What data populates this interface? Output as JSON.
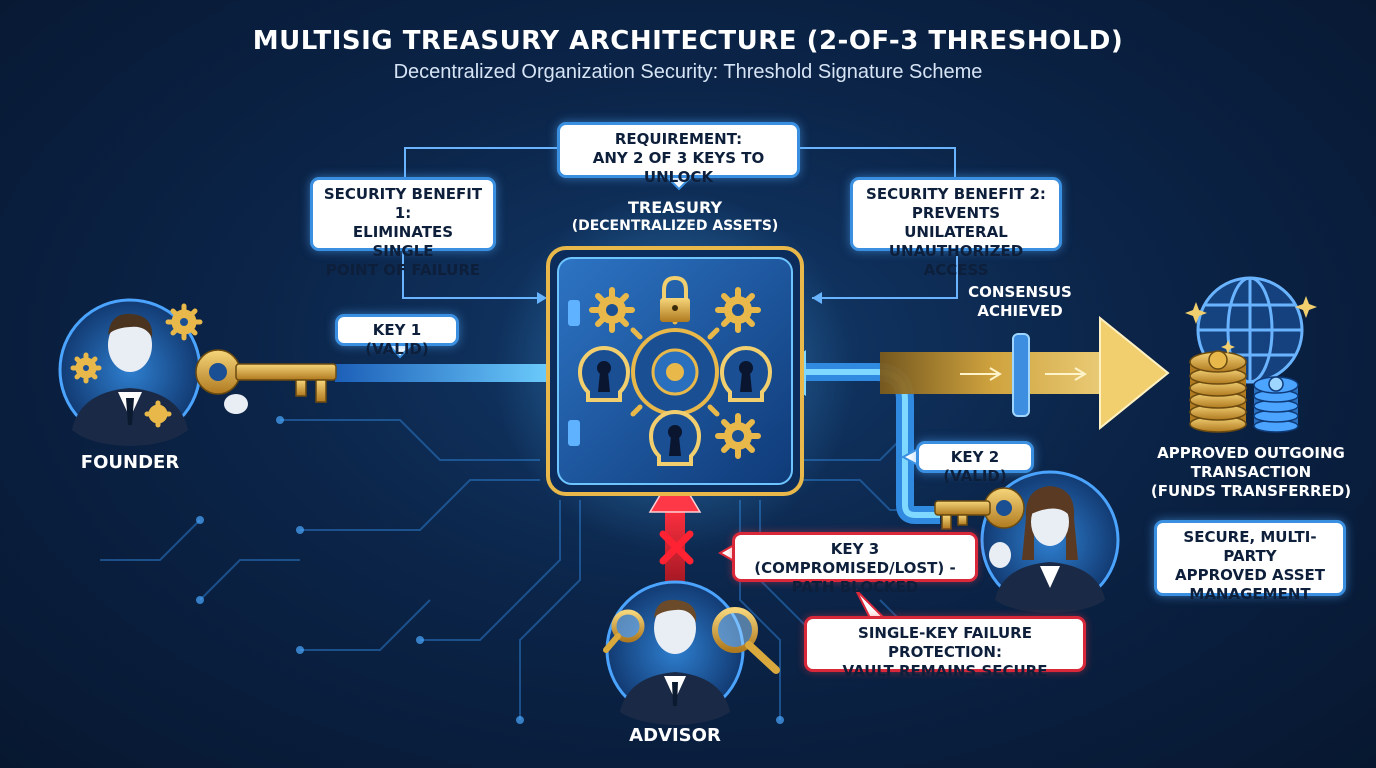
{
  "header": {
    "title": "MULTISIG TREASURY ARCHITECTURE (2-OF-3 THRESHOLD)",
    "subtitle": "Decentralized Organization Security: Threshold Signature Scheme"
  },
  "requirement": {
    "line1": "REQUIREMENT:",
    "line2": "ANY 2 OF 3 KEYS TO UNLOCK"
  },
  "benefit1": {
    "line1": "SECURITY BENEFIT 1:",
    "line2": "ELIMINATES SINGLE",
    "line3": "POINT OF FAILURE"
  },
  "benefit2": {
    "line1": "SECURITY BENEFIT 2:",
    "line2": "PREVENTS UNILATERAL",
    "line3": "UNAUTHORIZED ACCESS"
  },
  "treasury": {
    "line1": "TREASURY",
    "line2": "(DECENTRALIZED ASSETS)"
  },
  "consensus": {
    "line1": "CONSENSUS",
    "line2": "ACHIEVED"
  },
  "keys": {
    "key1": "KEY 1 (VALID)",
    "key2": "KEY 2 (VALID)",
    "key3_line1": "KEY 3 (COMPROMISED/LOST) -",
    "key3_line2": "PATH BLOCKED"
  },
  "protection": {
    "line1": "SINGLE-KEY FAILURE PROTECTION:",
    "line2": "VAULT REMAINS SECURE"
  },
  "people": {
    "founder": "FOUNDER",
    "advisor": "ADVISOR"
  },
  "outgoing": {
    "line1": "APPROVED OUTGOING",
    "line2": "TRANSACTION",
    "line3": "(FUNDS TRANSFERRED)"
  },
  "management": {
    "line1": "SECURE, MULTI-PARTY",
    "line2": "APPROVED ASSET",
    "line3": "MANAGEMENT"
  },
  "icons": {
    "vault": "vault-icon",
    "padlock": "padlock-icon",
    "keyhole": "keyhole-icon",
    "gear": "gear-icon",
    "key": "key-icon",
    "magnifier": "magnifying-glass-icon",
    "globe": "globe-icon",
    "coins": "coin-stack-icon",
    "blocked": "x-mark-icon"
  },
  "colors": {
    "accent_blue": "#3a8fe0",
    "gold": "#e8b84a",
    "blocked_red": "#d8283a",
    "background": "#0b2448"
  }
}
